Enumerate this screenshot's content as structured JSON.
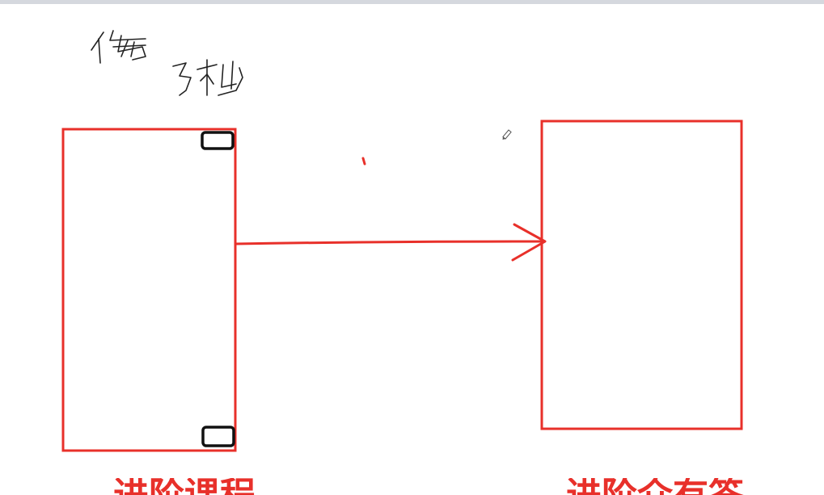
{
  "diagram": {
    "stroke_color": "#e8302a",
    "handle_color": "#111111",
    "handwritten_note": "伤 3秒",
    "cursor_icon": "pencil-icon"
  },
  "caption": {
    "left_text": "进阶课程",
    "right_text": "进阶介有答"
  }
}
